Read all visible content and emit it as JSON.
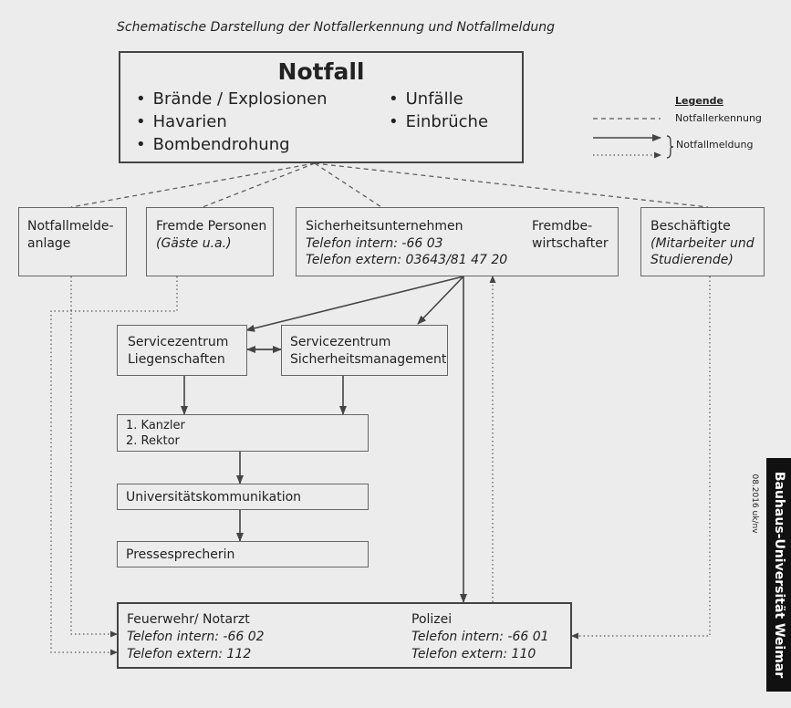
{
  "caption": "Schematische Darstellung der Notfallerkennung und Notfallmeldung",
  "notfall": {
    "title": "Notfall",
    "items_left": [
      "Brände / Explosionen",
      "Havarien",
      "Bombendrohung"
    ],
    "items_right": [
      "Unfälle",
      "Einbrüche"
    ]
  },
  "legend": {
    "title": "Legende",
    "erkennung": "Notfallerkennung",
    "meldung": "Notfallmeldung"
  },
  "boxes": {
    "meldeanlage": [
      "Notfallmelde-",
      "anlage"
    ],
    "fremde": {
      "title": "Fremde Personen",
      "sub": "(Gäste u.a.)"
    },
    "sicherheit": {
      "title": "Sicherheitsunternehmen",
      "tel_intern": "Telefon intern: -66 03",
      "tel_extern": "Telefon extern: 03643/81 47 20"
    },
    "fremdbe": [
      "Fremdbe-",
      "wirtschafter"
    ],
    "beschaeftigte": {
      "title": "Beschäftigte",
      "sub1": "(Mitarbeiter und",
      "sub2": "Studierende)"
    },
    "sz_liegen": [
      "Servicezentrum",
      "Liegenschaften"
    ],
    "sz_sicher": [
      "Servicezentrum",
      "Sicherheitsmanagement"
    ],
    "kanzler": [
      "1. Kanzler",
      "2. Rektor"
    ],
    "uk": "Universitätskommunikation",
    "presse": "Pressesprecherin",
    "feuerwehr": {
      "title": "Feuerwehr/ Notarzt",
      "tel_intern": "Telefon intern: -66 02",
      "tel_extern": "Telefon extern: 112"
    },
    "polizei": {
      "title": "Polizei",
      "tel_intern": "Telefon intern: -66 01",
      "tel_extern": "Telefon extern: 110"
    }
  },
  "brand": {
    "name": "Bauhaus-Universität Weimar",
    "date": "08.2016 uk/nv"
  }
}
